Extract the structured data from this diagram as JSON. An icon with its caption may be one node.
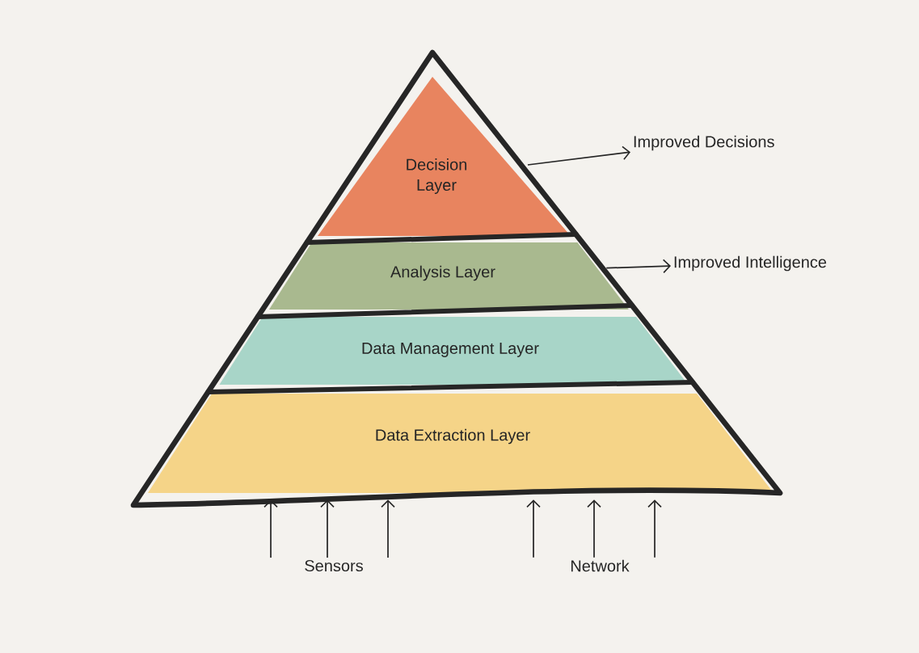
{
  "diagram": {
    "nodes": [
      {
        "text": [
          "Decision Layer"
        ]
      },
      {
        "text": [
          "Improved Decisions"
        ]
      },
      {
        "text": [
          "Analysis Layer"
        ]
      },
      {
        "text": [
          "Improved Intelligence"
        ]
      },
      {
        "text": [
          "Data Management Layer"
        ]
      },
      {
        "text": [
          "Data Extraction Layer"
        ]
      },
      {
        "text": [
          "Sensors"
        ]
      },
      {
        "text": [
          "Network"
        ]
      }
    ],
    "edges": [
      {
        "from": 0,
        "to": 1,
        "arrow": "to"
      },
      {
        "from": 2,
        "to": 3,
        "arrow": "to"
      },
      {
        "from": 6,
        "to": 5,
        "arrow": "to"
      },
      {
        "from": 6,
        "to": 5,
        "arrow": "to"
      },
      {
        "from": 6,
        "to": 5,
        "arrow": "to"
      },
      {
        "from": 7,
        "to": 5,
        "arrow": "to"
      },
      {
        "from": 7,
        "to": 5,
        "arrow": "to"
      },
      {
        "from": 7,
        "to": 5,
        "arrow": "to"
      }
    ]
  }
}
